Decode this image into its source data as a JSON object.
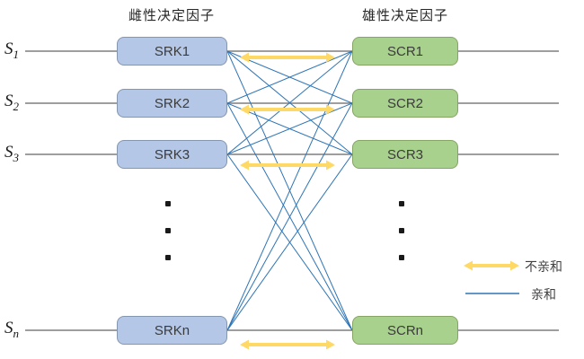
{
  "headers": {
    "female": "雌性决定因子",
    "male": "雄性决定因子"
  },
  "rows": [
    {
      "s": "S",
      "sub": "1",
      "srk": "SRK1",
      "scr": "SCR1"
    },
    {
      "s": "S",
      "sub": "2",
      "srk": "SRK2",
      "scr": "SCR2"
    },
    {
      "s": "S",
      "sub": "3",
      "srk": "SRK3",
      "scr": "SCR3"
    },
    {
      "s": "S",
      "sub": "n",
      "srk": "SRKn",
      "scr": "SCRn"
    }
  ],
  "legend": {
    "incompatible": "不亲和",
    "compatible": "亲和"
  },
  "connections": {
    "incompatible": [
      [
        0,
        0
      ],
      [
        1,
        1
      ],
      [
        2,
        2
      ],
      [
        3,
        3
      ]
    ],
    "compatible": [
      [
        0,
        1
      ],
      [
        0,
        2
      ],
      [
        0,
        3
      ],
      [
        1,
        0
      ],
      [
        1,
        2
      ],
      [
        1,
        3
      ],
      [
        2,
        0
      ],
      [
        2,
        1
      ],
      [
        2,
        3
      ],
      [
        3,
        0
      ],
      [
        3,
        1
      ],
      [
        3,
        2
      ]
    ]
  },
  "colors": {
    "srk_fill": "#B4C7E7",
    "srk_border": "#8496B0",
    "scr_fill": "#A9D18E",
    "scr_border": "#84A563",
    "track": "#7F7F7F",
    "incompatible_arrow": "#FFD966",
    "compatible_line": "#2E75B6",
    "text": "#404040"
  }
}
